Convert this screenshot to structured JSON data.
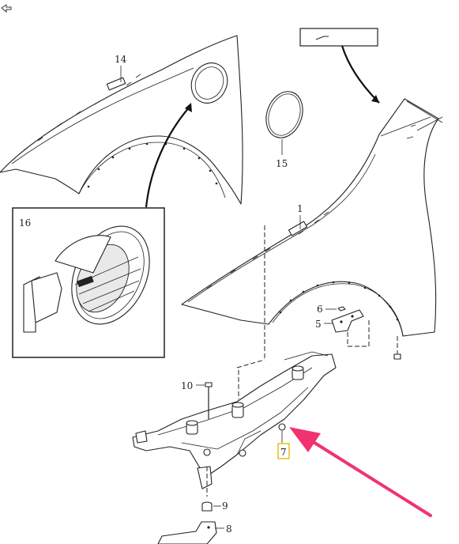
{
  "callouts": {
    "c1": "1",
    "c5": "5",
    "c6": "6",
    "c7": "7",
    "c8": "8",
    "c9": "9",
    "c10": "10",
    "c14": "14",
    "c15": "15",
    "c16": "16"
  },
  "colors": {
    "highlight_arrow": "#f0336e",
    "highlight_box": "#e6b400",
    "line": "#222222"
  },
  "icons": {
    "corner_tool": "pointer-outline-icon"
  }
}
